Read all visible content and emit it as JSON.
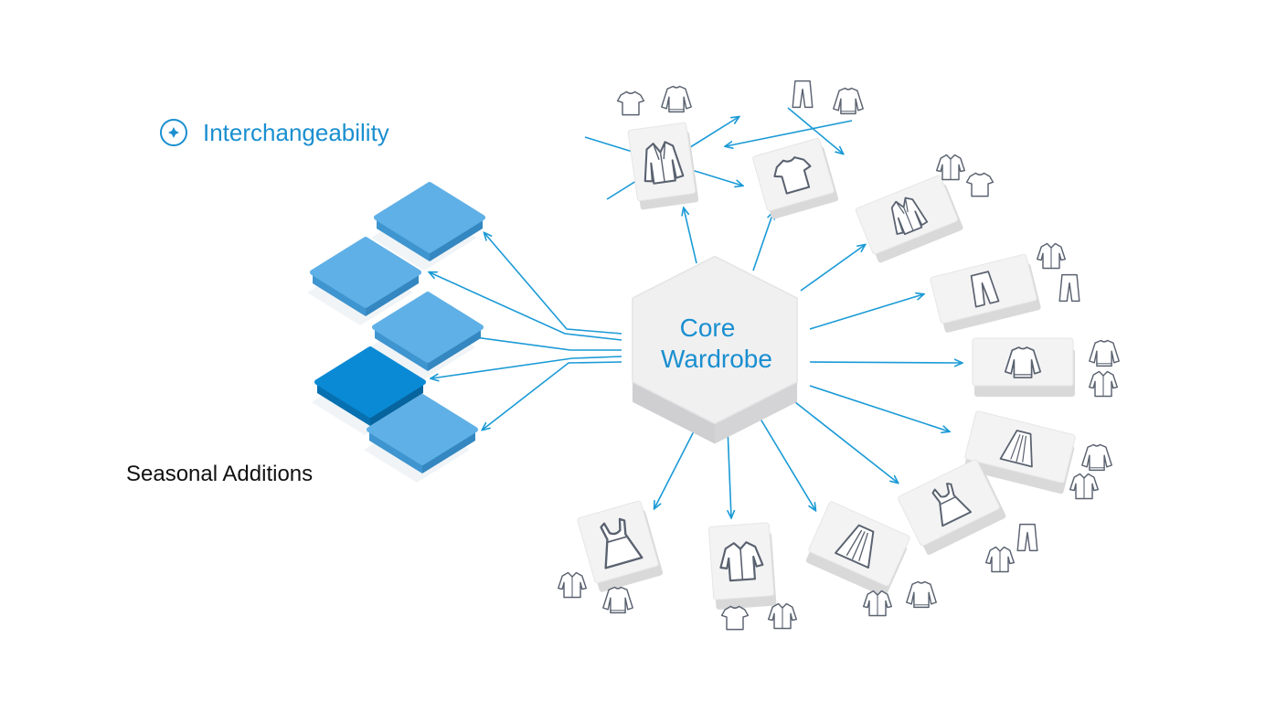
{
  "legend": {
    "interchangeability_label": "Interchangeability",
    "seasonal_label": "Seasonal Additions"
  },
  "hub": {
    "line1": "Core",
    "line2": "Wardrobe"
  },
  "colors": {
    "accent": "#1a8fd0",
    "arrow": "#1a9ad6",
    "tile_light": "#5fb0e6",
    "tile_dark": "#0a8ad4",
    "box_face": "#f3f3f3",
    "box_side": "#d9d9d9",
    "hub_face": "#f0f0f1",
    "hub_side": "#d4d4d6",
    "item_stroke": "#5a6270",
    "text_dark": "#111111"
  },
  "seasonal_tiles": [
    {
      "name": "seasonal-tile-1",
      "variant": "light"
    },
    {
      "name": "seasonal-tile-2",
      "variant": "light"
    },
    {
      "name": "seasonal-tile-3",
      "variant": "light"
    },
    {
      "name": "seasonal-tile-4",
      "variant": "dark"
    },
    {
      "name": "seasonal-tile-5",
      "variant": "light"
    }
  ],
  "garment_boxes": [
    {
      "name": "box-jacket",
      "icon": "jacket-icon"
    },
    {
      "name": "box-tshirt",
      "icon": "tshirt-icon"
    },
    {
      "name": "box-coat",
      "icon": "coat-icon"
    },
    {
      "name": "box-trousers",
      "icon": "trousers-icon"
    },
    {
      "name": "box-sweater",
      "icon": "sweater-icon"
    },
    {
      "name": "box-skirt",
      "icon": "skirt-icon"
    },
    {
      "name": "box-dress-right",
      "icon": "dress-icon"
    },
    {
      "name": "box-long-skirt",
      "icon": "long-skirt-icon"
    },
    {
      "name": "box-shirt",
      "icon": "shirt-icon"
    },
    {
      "name": "box-dress-left",
      "icon": "dress-icon"
    }
  ]
}
